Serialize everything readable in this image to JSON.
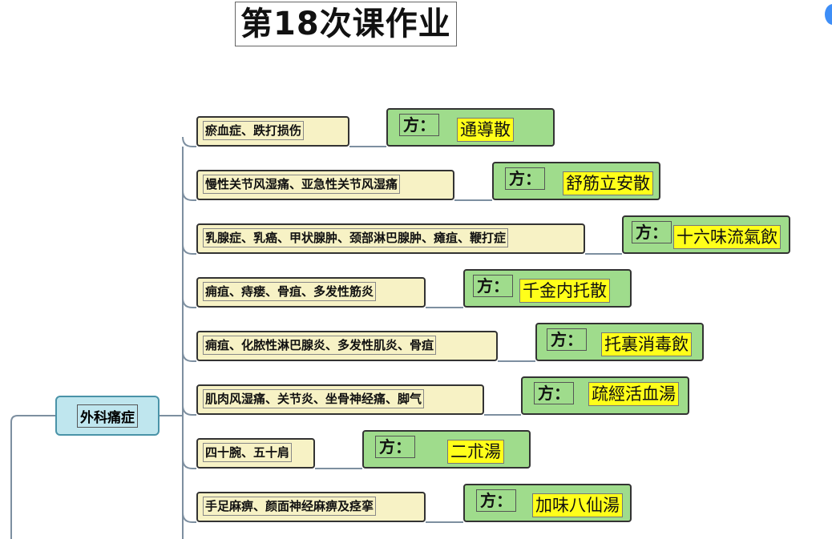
{
  "title": "第18次课作业",
  "root": {
    "label": "外科痛症"
  },
  "rx_label": "方：",
  "branches": [
    {
      "condition": "瘀血症、跌打损伤",
      "formula": "通導散"
    },
    {
      "condition": "慢性关节风湿痛、亚急性关节风湿痛",
      "formula": "舒筋立安散"
    },
    {
      "condition": "乳腺症、乳癌、甲状腺肿、颈部淋巴腺肿、瘫疽、鞭打症",
      "formula": "十六味流氣飲"
    },
    {
      "condition": "痈疽、痔瘘、骨疽、多发性筋炎",
      "formula": "千金内托散"
    },
    {
      "condition": "痈疽、化脓性淋巴腺炎、多发性肌炎、骨疽",
      "formula": "托裏消毒飲"
    },
    {
      "condition": "肌肉风湿痛、关节炎、坐骨神经痛、脚气",
      "formula": "疏經活血湯"
    },
    {
      "condition": "四十腕、五十肩",
      "formula": "二朮湯"
    },
    {
      "condition": "手足麻痹、颜面神经麻痹及痉挛",
      "formula": "加味八仙湯"
    }
  ],
  "colors": {
    "topic_fill": "#f7f2c5",
    "rx_fill": "#9fdc8c",
    "formula_highlight": "#ffff1a",
    "root_fill": "#bfe6ee",
    "connector": "#7d8fa0"
  }
}
